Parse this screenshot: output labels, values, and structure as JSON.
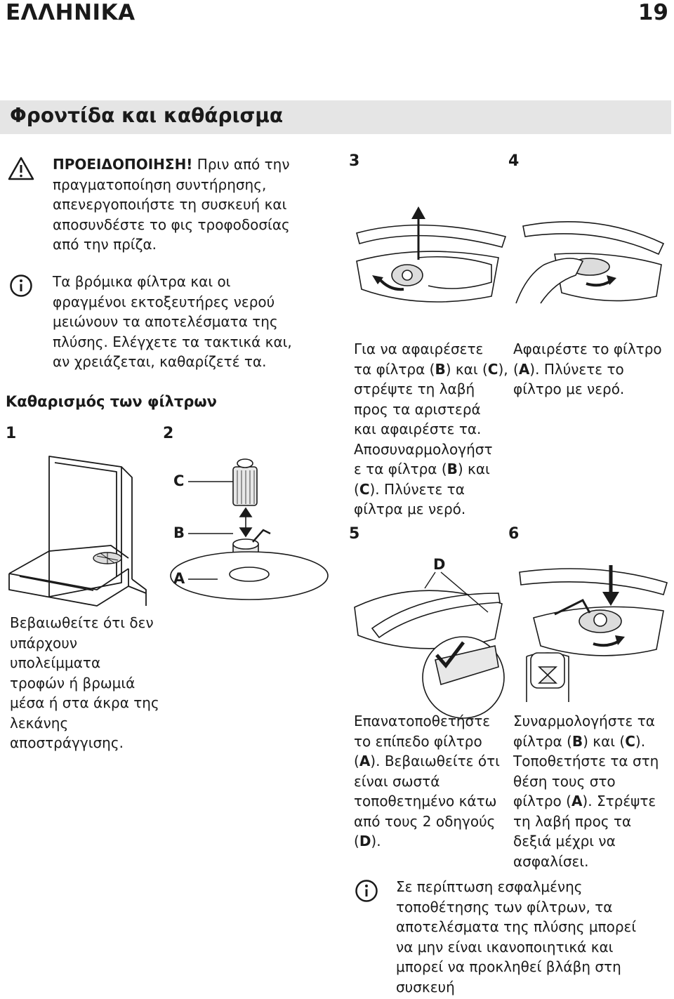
{
  "header": {
    "language": "ΕΛΛΗΝΙΚΑ",
    "page_number": "19"
  },
  "section": {
    "title": "Φροντίδα και καθάρισμα"
  },
  "warning": {
    "icon": "warning-triangle-icon",
    "bold": "ΠΡΟΕΙΔΟΠΟΙΗΣΗ!",
    "lines": [
      " Πριν από την",
      "πραγματοποίηση συντήρησης,",
      "απενεργοποιήστε τη συσκευή και",
      "αποσυνδέστε το φις τροφοδοσίας",
      "από την πρίζα."
    ]
  },
  "info1": {
    "icon": "info-icon",
    "lines": [
      "Τα βρόμικα φίλτρα και οι",
      "φραγμένοι εκτοξευτήρες νερού",
      "μειώνουν τα αποτελέσματα της",
      "πλύσης. Ελέγχετε τα τακτικά και,",
      "αν χρειάζεται, καθαρίζετέ τα."
    ]
  },
  "subheading": "Καθαρισμός των φίλτρων",
  "steps": {
    "s1": {
      "num": "1",
      "lines": [
        "Βεβαιωθείτε ότι δεν",
        "υπάρχουν",
        "υπολείμματα",
        "τροφών ή βρωμιά",
        "μέσα ή στα άκρα της",
        "λεκάνης",
        "αποστράγγισης."
      ]
    },
    "s2": {
      "num": "2",
      "labels": {
        "c": "C",
        "b": "B",
        "a": "A"
      }
    },
    "s3": {
      "num": "3",
      "lines": [
        [
          {
            "t": "Για να αφαιρέσετε"
          }
        ],
        [
          {
            "t": "τα φίλτρα ("
          },
          {
            "t": "B",
            "b": 1
          },
          {
            "t": ") και ("
          },
          {
            "t": "C",
            "b": 1
          },
          {
            "t": "),"
          }
        ],
        [
          {
            "t": "στρέψτε τη λαβή"
          }
        ],
        [
          {
            "t": "προς τα αριστερά"
          }
        ],
        [
          {
            "t": "και αφαιρέστε τα."
          }
        ],
        [
          {
            "t": "Αποσυναρμολογήστ"
          }
        ],
        [
          {
            "t": "ε τα φίλτρα ("
          },
          {
            "t": "B",
            "b": 1
          },
          {
            "t": ") και"
          }
        ],
        [
          {
            "t": "("
          },
          {
            "t": "C",
            "b": 1
          },
          {
            "t": "). Πλύνετε τα"
          }
        ],
        [
          {
            "t": "φίλτρα με νερό."
          }
        ]
      ]
    },
    "s4": {
      "num": "4",
      "lines": [
        [
          {
            "t": "Αφαιρέστε το φίλτρο"
          }
        ],
        [
          {
            "t": "("
          },
          {
            "t": "A",
            "b": 1
          },
          {
            "t": "). Πλύνετε το"
          }
        ],
        [
          {
            "t": "φίλτρο με νερό."
          }
        ]
      ]
    },
    "s5": {
      "num": "5",
      "label_d": "D",
      "lines": [
        [
          {
            "t": "Επανατοποθετήστε"
          }
        ],
        [
          {
            "t": "το επίπεδο φίλτρο"
          }
        ],
        [
          {
            "t": "("
          },
          {
            "t": "A",
            "b": 1
          },
          {
            "t": "). Βεβαιωθείτε ότι"
          }
        ],
        [
          {
            "t": "είναι σωστά"
          }
        ],
        [
          {
            "t": "τοποθετημένο κάτω"
          }
        ],
        [
          {
            "t": "από τους 2 οδηγούς"
          }
        ],
        [
          {
            "t": "("
          },
          {
            "t": "D",
            "b": 1
          },
          {
            "t": ")."
          }
        ]
      ]
    },
    "s6": {
      "num": "6",
      "lines": [
        [
          {
            "t": "Συναρμολογήστε τα"
          }
        ],
        [
          {
            "t": "φίλτρα ("
          },
          {
            "t": "B",
            "b": 1
          },
          {
            "t": ") και ("
          },
          {
            "t": "C",
            "b": 1
          },
          {
            "t": ")."
          }
        ],
        [
          {
            "t": "Τοποθετήστε τα στη"
          }
        ],
        [
          {
            "t": "θέση τους στο"
          }
        ],
        [
          {
            "t": "φίλτρο ("
          },
          {
            "t": "A",
            "b": 1
          },
          {
            "t": "). Στρέψτε"
          }
        ],
        [
          {
            "t": "τη λαβή προς τα"
          }
        ],
        [
          {
            "t": "δεξιά μέχρι να"
          }
        ],
        [
          {
            "t": "ασφαλίσει."
          }
        ]
      ]
    }
  },
  "info2": {
    "icon": "info-icon",
    "lines": [
      "Σε περίπτωση εσφαλμένης",
      "τοποθέτησης των φίλτρων, τα",
      "αποτελέσματα της πλύσης μπορεί",
      "να μην είναι ικανοποιητικά και",
      "μπορεί να προκληθεί βλάβη στη",
      "συσκευή"
    ]
  }
}
